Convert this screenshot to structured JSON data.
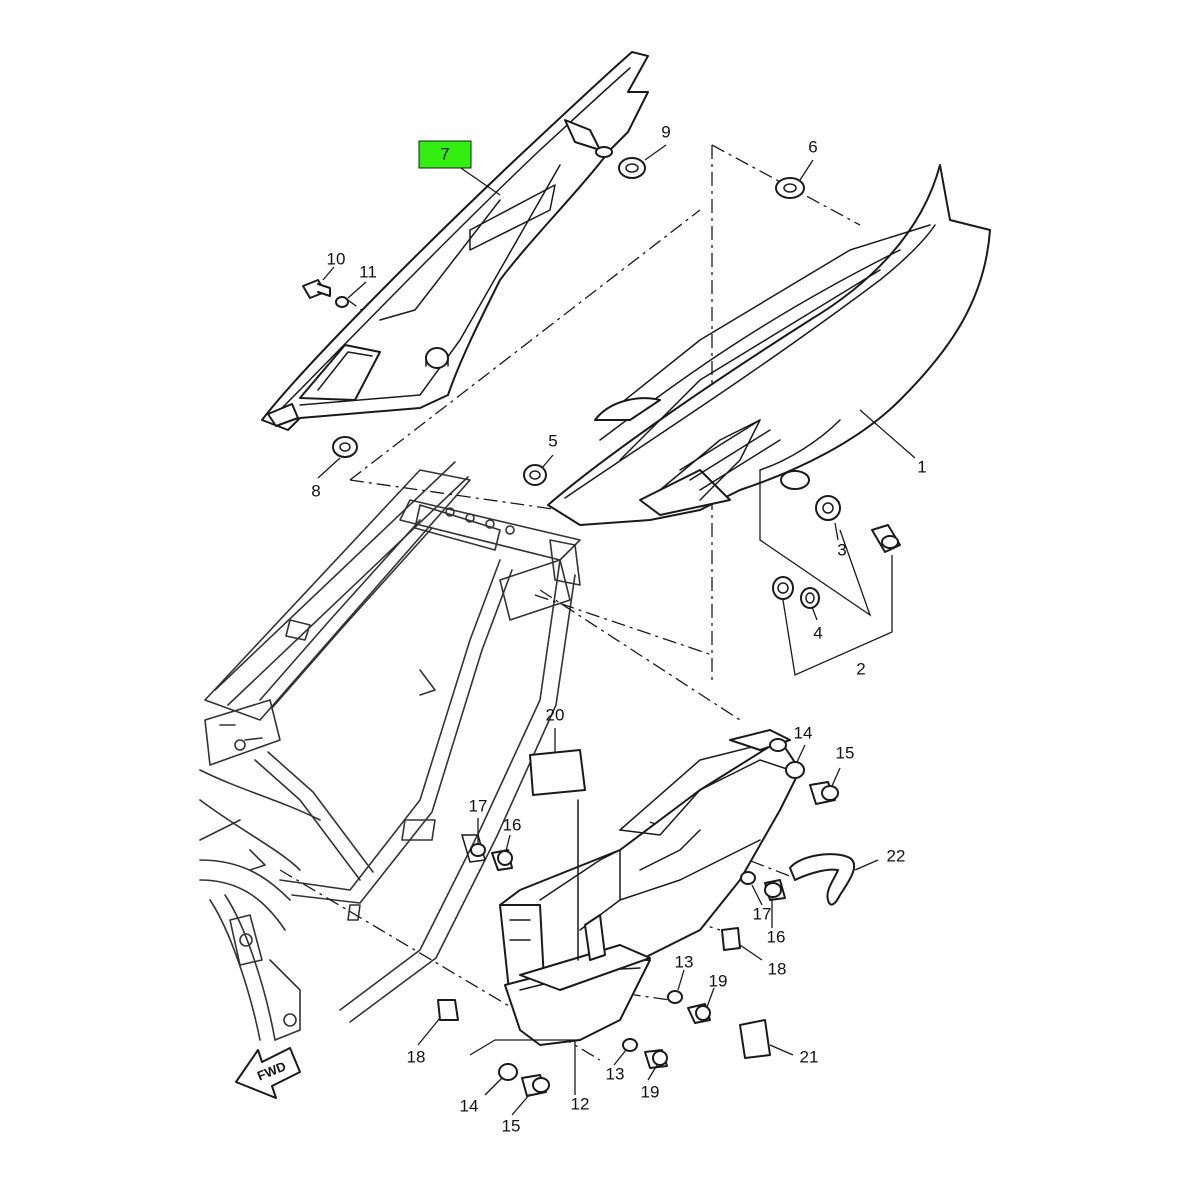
{
  "highlight_color": "#33ee11",
  "callouts": [
    {
      "id": "c7",
      "text": "7",
      "highlighted": true
    },
    {
      "id": "c9",
      "text": "9"
    },
    {
      "id": "c6",
      "text": "6"
    },
    {
      "id": "c10",
      "text": "10"
    },
    {
      "id": "c11",
      "text": "11"
    },
    {
      "id": "c8",
      "text": "8"
    },
    {
      "id": "c5",
      "text": "5"
    },
    {
      "id": "c1",
      "text": "1"
    },
    {
      "id": "c3",
      "text": "3"
    },
    {
      "id": "c4",
      "text": "4"
    },
    {
      "id": "c2",
      "text": "2"
    },
    {
      "id": "c20",
      "text": "20"
    },
    {
      "id": "c14a",
      "text": "14"
    },
    {
      "id": "c15a",
      "text": "15"
    },
    {
      "id": "c17a",
      "text": "17"
    },
    {
      "id": "c16a",
      "text": "16"
    },
    {
      "id": "c22",
      "text": "22"
    },
    {
      "id": "c17b",
      "text": "17"
    },
    {
      "id": "c16b",
      "text": "16"
    },
    {
      "id": "c18a",
      "text": "18"
    },
    {
      "id": "c13a",
      "text": "13"
    },
    {
      "id": "c19a",
      "text": "19"
    },
    {
      "id": "c18b",
      "text": "18"
    },
    {
      "id": "c21",
      "text": "21"
    },
    {
      "id": "c13b",
      "text": "13"
    },
    {
      "id": "c19b",
      "text": "19"
    },
    {
      "id": "c12",
      "text": "12"
    },
    {
      "id": "c14b",
      "text": "14"
    },
    {
      "id": "c15b",
      "text": "15"
    }
  ],
  "fwd_arrow": {
    "text": "FWD"
  }
}
